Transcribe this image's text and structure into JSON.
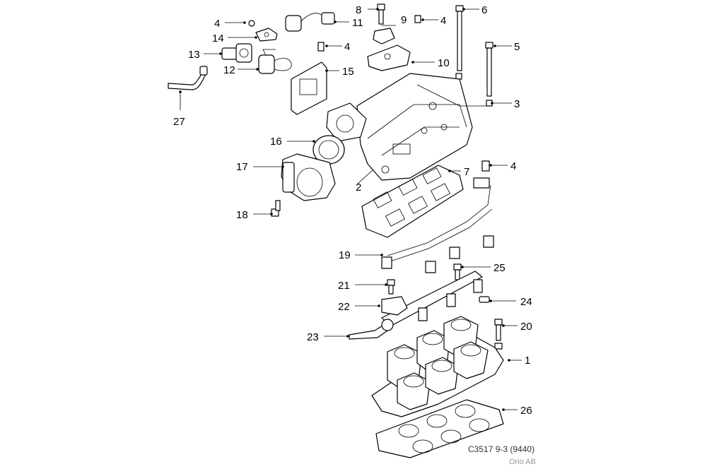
{
  "diagram": {
    "caption": "C3517 9-3 (9440)",
    "credit": "Orio AB",
    "callouts": [
      {
        "id": "c1",
        "label": "1"
      },
      {
        "id": "c2",
        "label": "2"
      },
      {
        "id": "c3",
        "label": "3"
      },
      {
        "id": "c4a",
        "label": "4"
      },
      {
        "id": "c4b",
        "label": "4"
      },
      {
        "id": "c4c",
        "label": "4"
      },
      {
        "id": "c4d",
        "label": "4"
      },
      {
        "id": "c5",
        "label": "5"
      },
      {
        "id": "c6",
        "label": "6"
      },
      {
        "id": "c7",
        "label": "7"
      },
      {
        "id": "c8",
        "label": "8"
      },
      {
        "id": "c9",
        "label": "9"
      },
      {
        "id": "c10",
        "label": "10"
      },
      {
        "id": "c11",
        "label": "11"
      },
      {
        "id": "c12",
        "label": "12"
      },
      {
        "id": "c13",
        "label": "13"
      },
      {
        "id": "c14",
        "label": "14"
      },
      {
        "id": "c15",
        "label": "15"
      },
      {
        "id": "c16",
        "label": "16"
      },
      {
        "id": "c17",
        "label": "17"
      },
      {
        "id": "c18",
        "label": "18"
      },
      {
        "id": "c19",
        "label": "19"
      },
      {
        "id": "c20",
        "label": "20"
      },
      {
        "id": "c21",
        "label": "21"
      },
      {
        "id": "c22",
        "label": "22"
      },
      {
        "id": "c23",
        "label": "23"
      },
      {
        "id": "c24",
        "label": "24"
      },
      {
        "id": "c25",
        "label": "25"
      },
      {
        "id": "c26",
        "label": "26"
      },
      {
        "id": "c27",
        "label": "27"
      }
    ]
  }
}
